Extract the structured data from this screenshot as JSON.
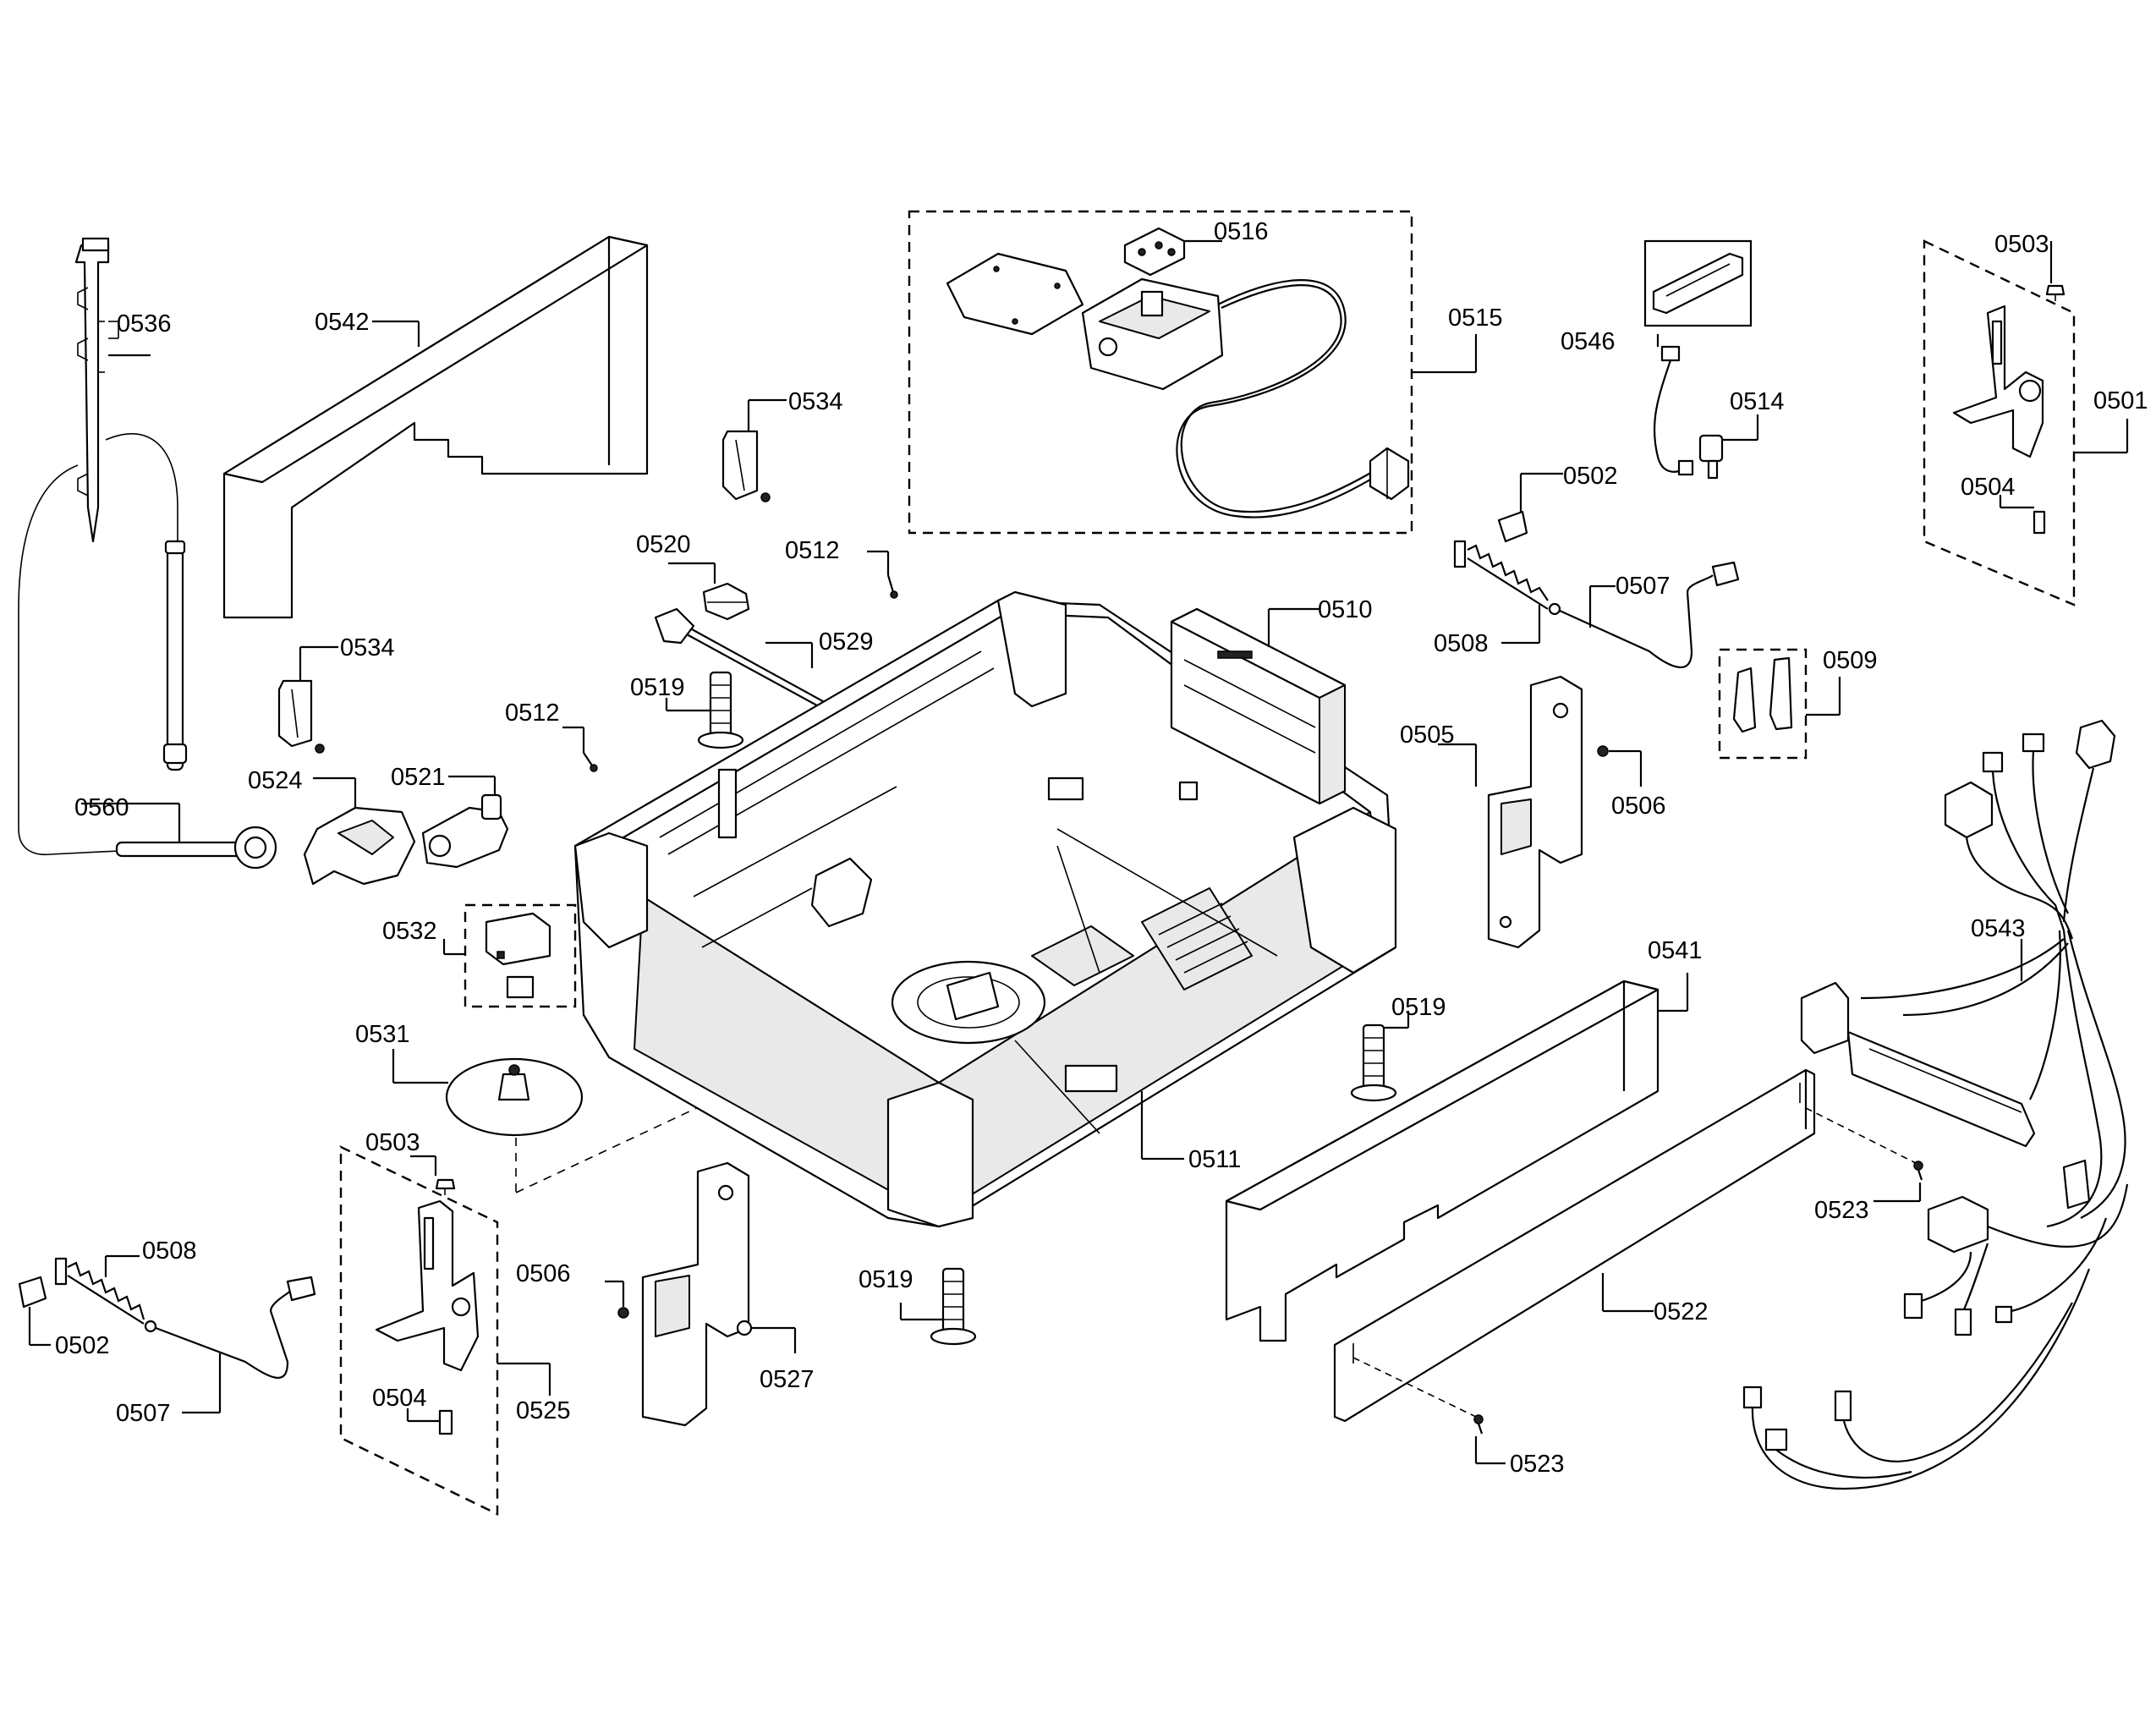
{
  "diagram": {
    "line_color": "#000000",
    "background": "#ffffff",
    "part_labels": {
      "p0536": "0536",
      "p0542": "0542",
      "p0534a": "0534",
      "p0516": "0516",
      "p0515": "0515",
      "p0546": "0546",
      "p0503a": "0503",
      "p0501": "0501",
      "p0514": "0514",
      "p0502a": "0502",
      "p0504a": "0504",
      "p0520": "0520",
      "p0512a": "0512",
      "p0507a": "0507",
      "p0534b": "0534",
      "p0529": "0529",
      "p0510": "0510",
      "p0508a": "0508",
      "p0509": "0509",
      "p0519a": "0519",
      "p0512b": "0512",
      "p0505": "0505",
      "p0506a": "0506",
      "p0524": "0524",
      "p0521": "0521",
      "p0560": "0560",
      "p0532": "0532",
      "p0543": "0543",
      "p0541": "0541",
      "p0519b": "0519",
      "p0531": "0531",
      "p0503b": "0503",
      "p0511": "0511",
      "p0523a": "0523",
      "p0508b": "0508",
      "p0506b": "0506",
      "p0519c": "0519",
      "p0522": "0522",
      "p0502b": "0502",
      "p0525": "0525",
      "p0527": "0527",
      "p0507b": "0507",
      "p0504b": "0504",
      "p0523b": "0523"
    }
  }
}
